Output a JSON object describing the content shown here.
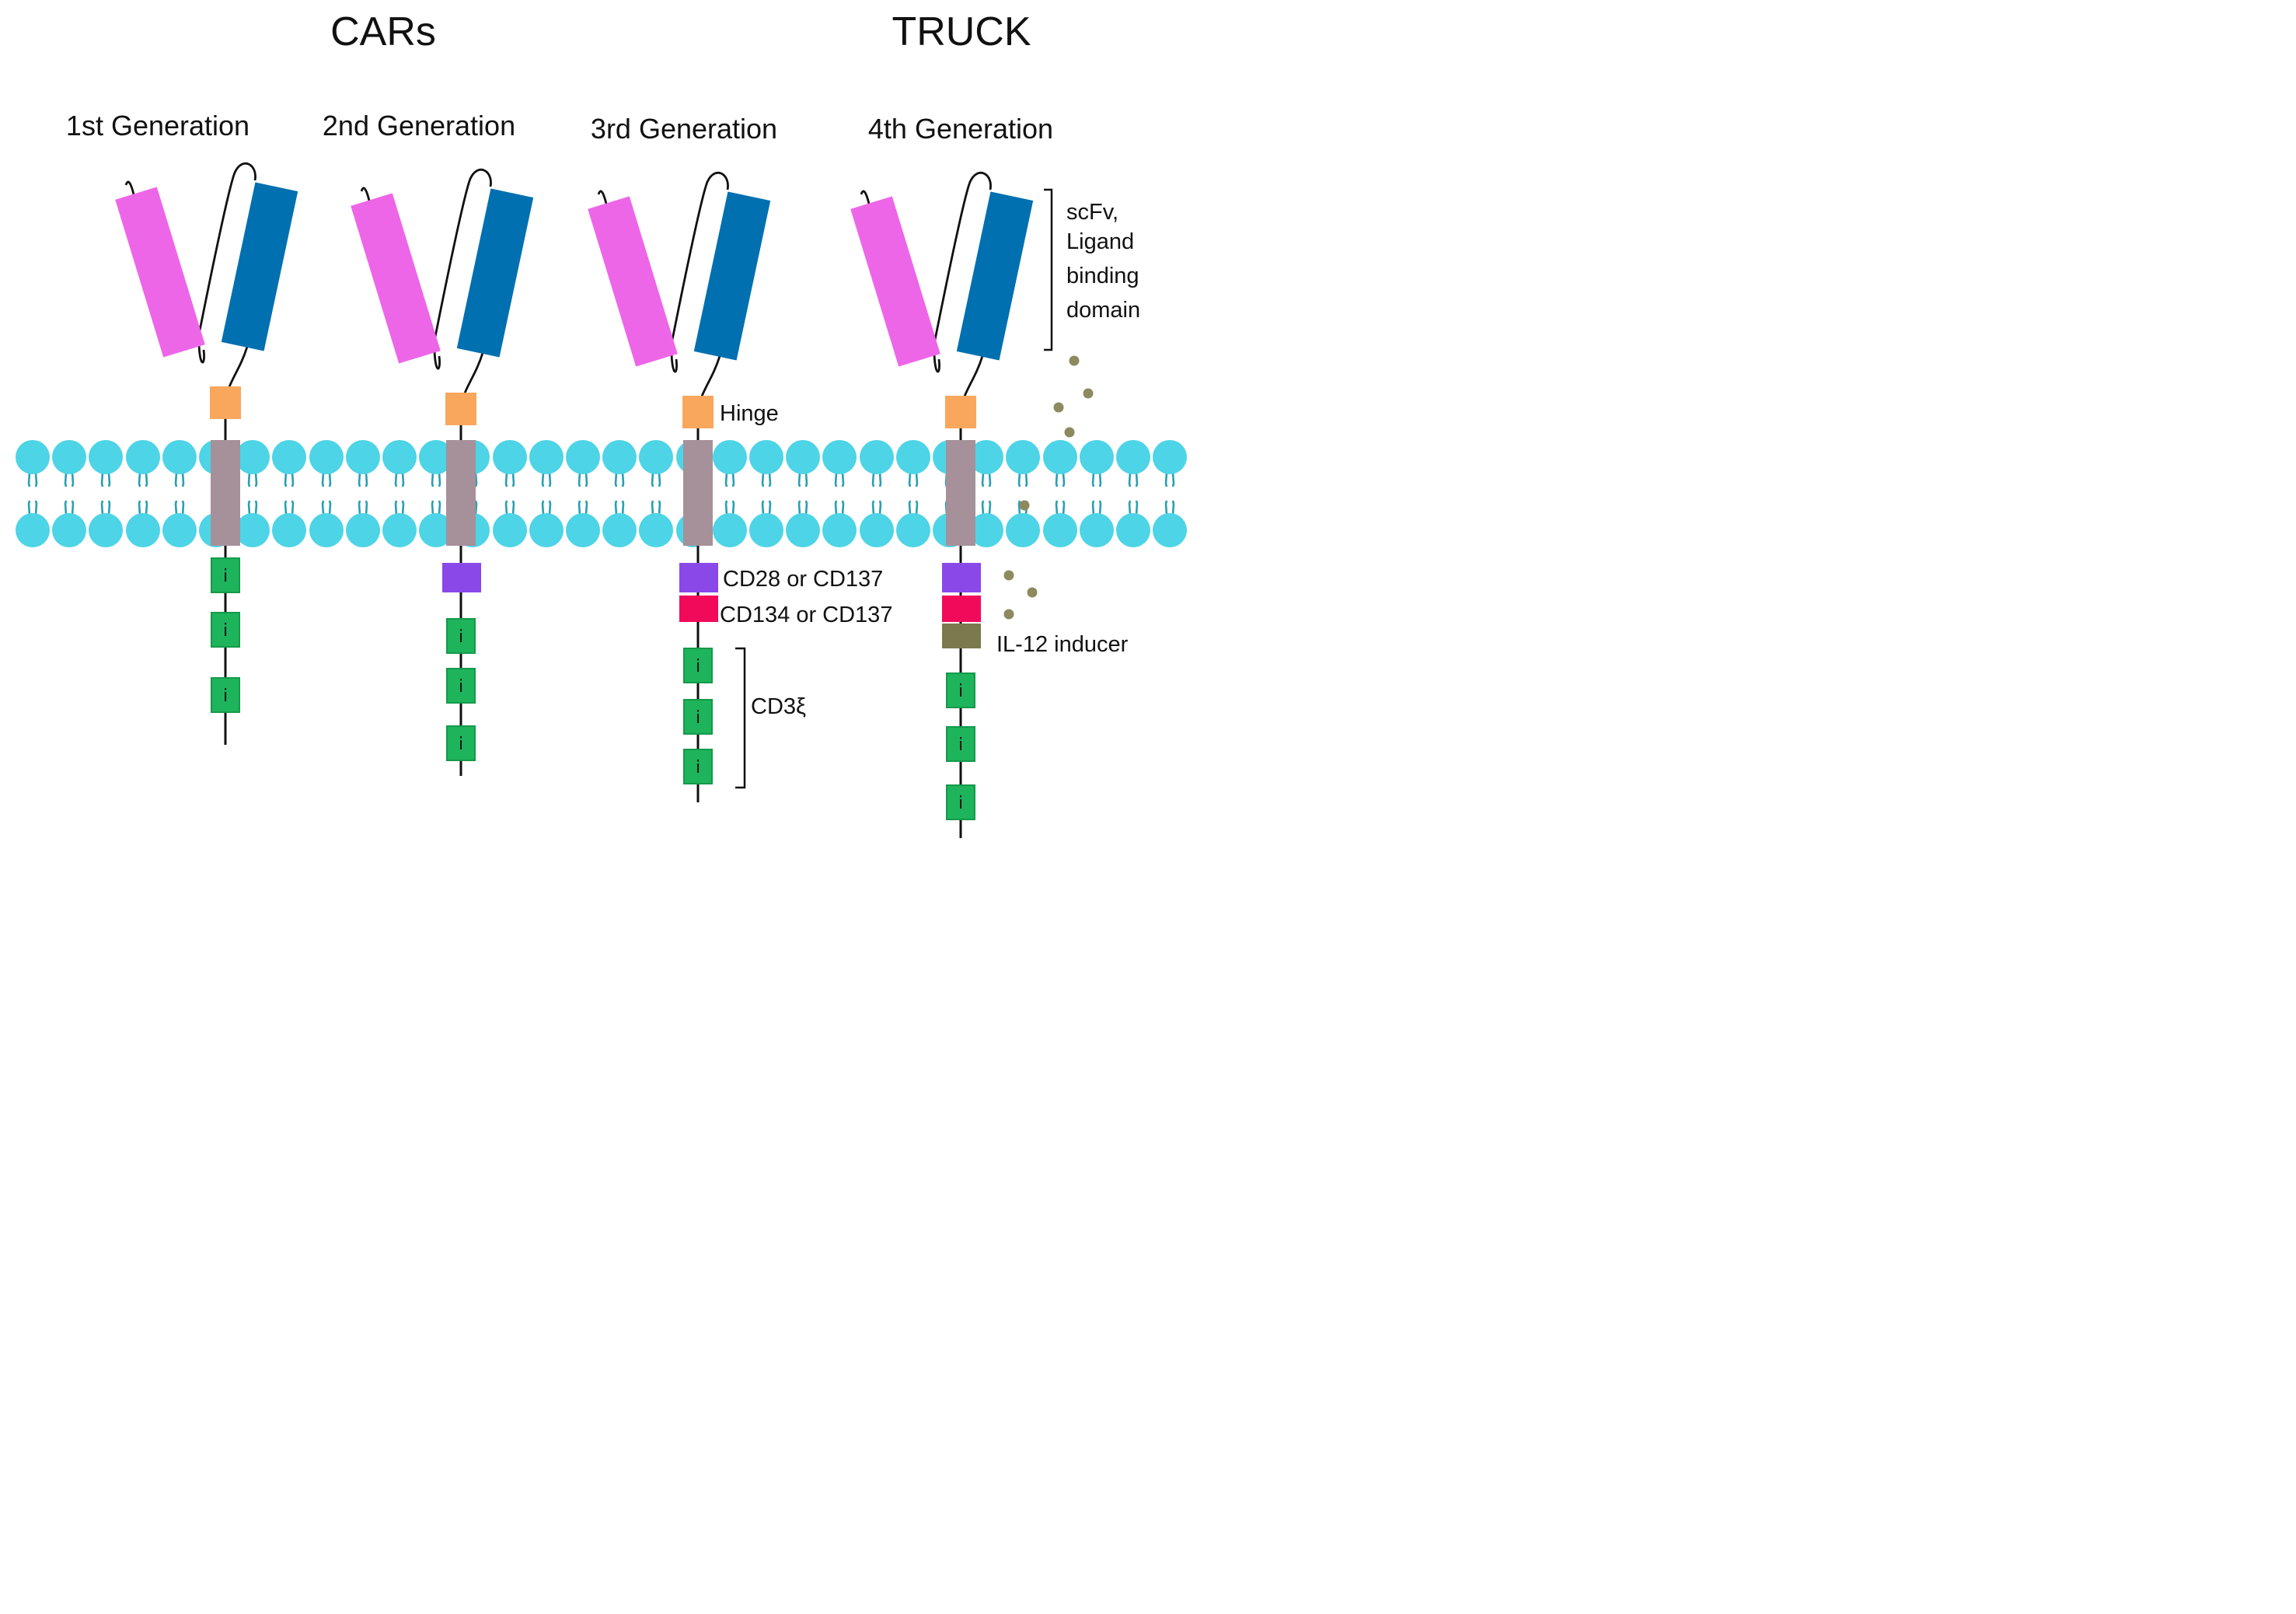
{
  "headers": {
    "cars": "CARs",
    "truck": "TRUCK"
  },
  "generations": [
    "1st Generation",
    "2nd Generation",
    "3rd Generation",
    "4th Generation"
  ],
  "labels": {
    "scfv": [
      "scFv,",
      "Ligand",
      "binding",
      "domain"
    ],
    "hinge": "Hinge",
    "costim1": "CD28 or CD137",
    "costim2": "CD134 or CD137",
    "cd3": "CD3ξ",
    "il12": "IL-12 inducer",
    "itam": "i"
  },
  "colors": {
    "vl_domain": "#EE66E8",
    "vh_domain": "#0070B0",
    "hinge": "#F9A75C",
    "transmembrane": "#A6919A",
    "costim1": "#8A48E8",
    "costim2": "#F20A5A",
    "il12_inducer": "#7B7A4D",
    "itam": "#1DB45C",
    "itam_border": "#16994A",
    "membrane_heads": "#4DD4E6",
    "membrane_tails": "#2A9FB3",
    "cytokine": "#8C8A5E",
    "line": "#111111"
  }
}
